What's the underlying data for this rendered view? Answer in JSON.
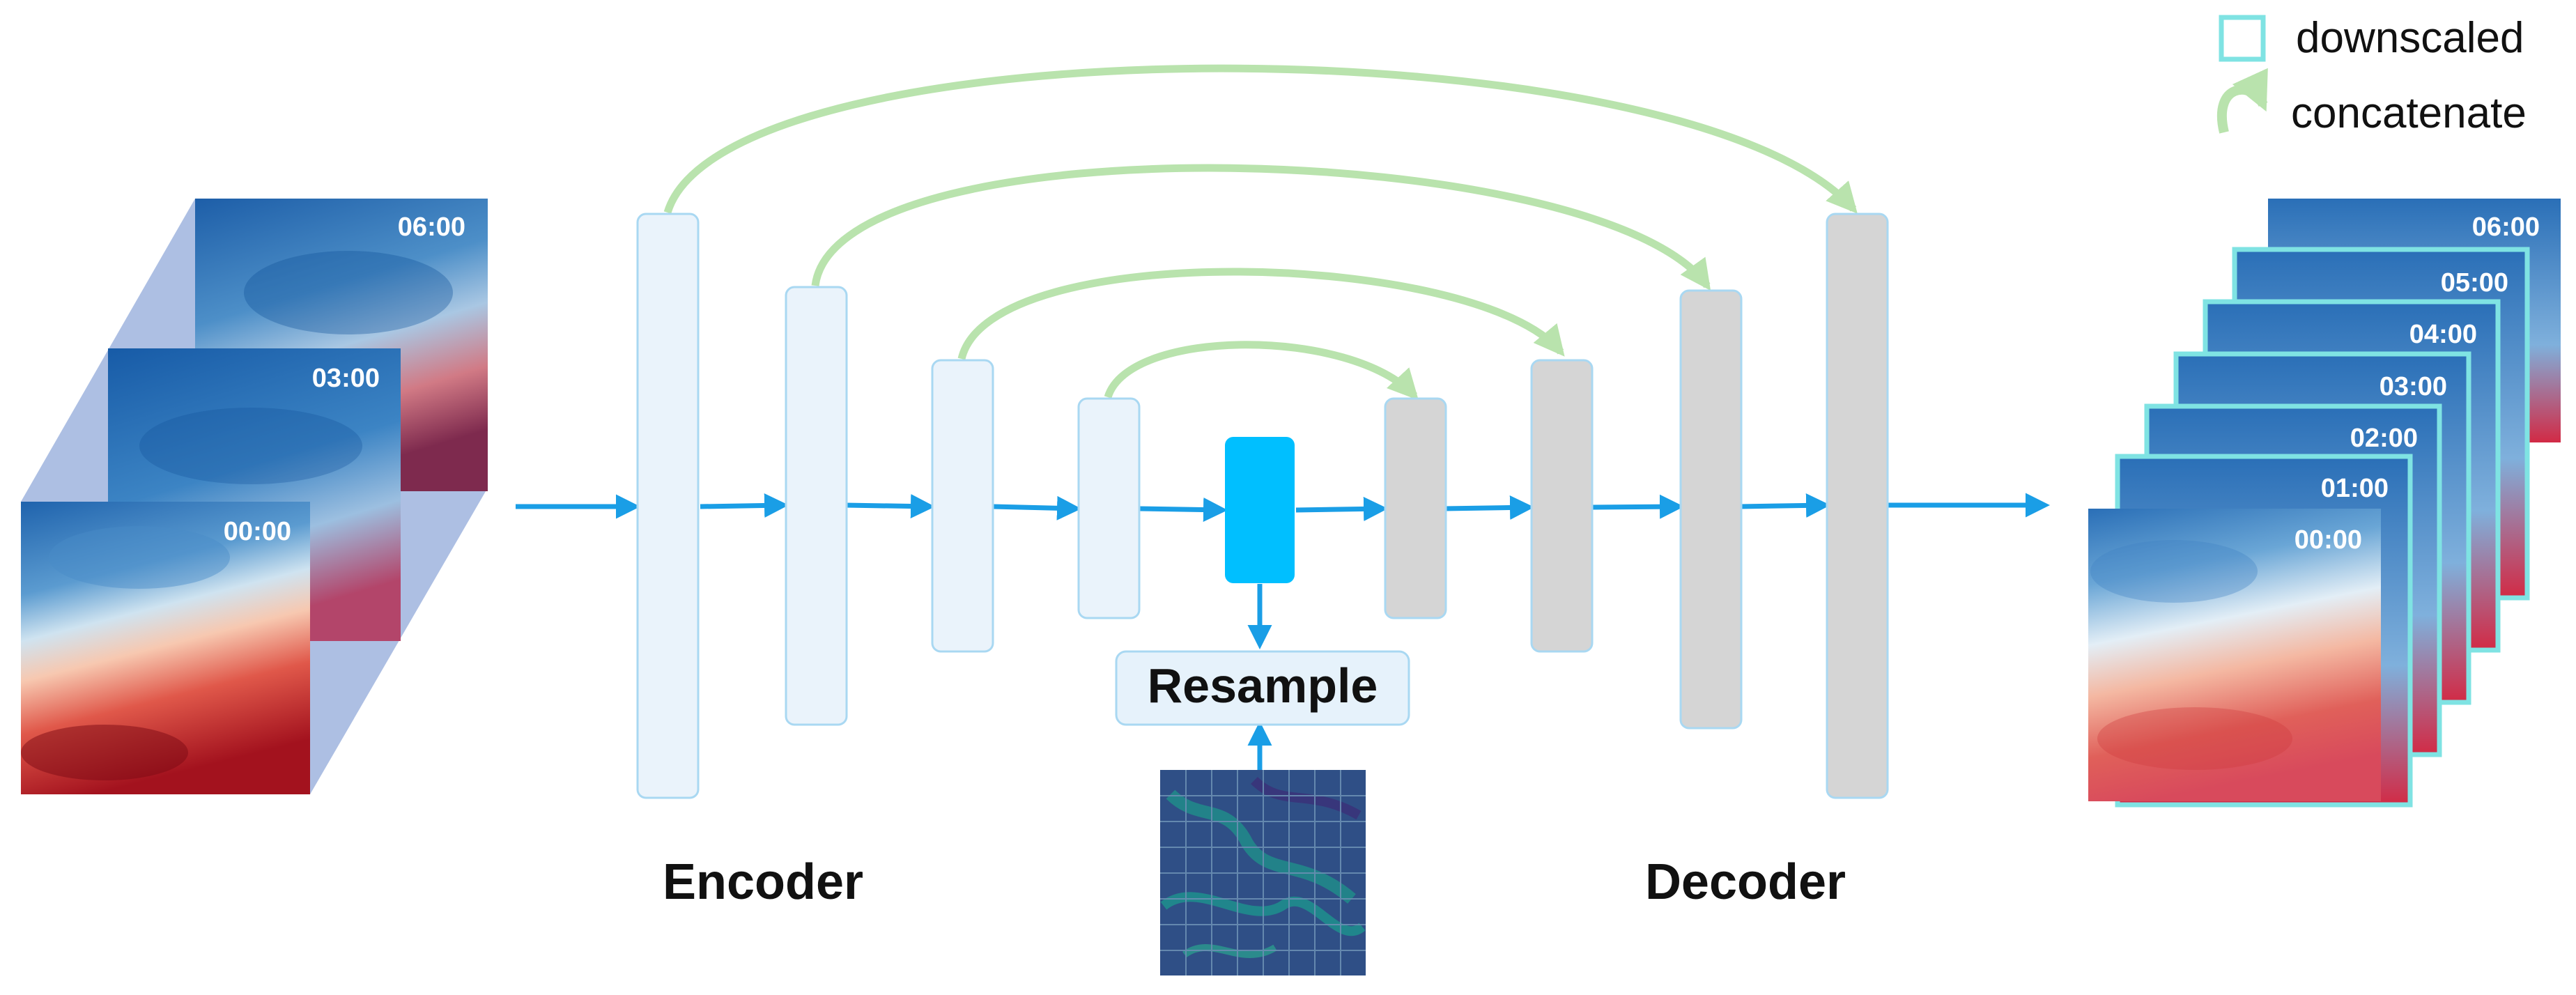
{
  "legend": {
    "downscaled_label": "downscaled",
    "concatenate_label": "concatenate"
  },
  "labels": {
    "encoder": "Encoder",
    "decoder": "Decoder",
    "resample": "Resample"
  },
  "input_frames": [
    {
      "time": "00:00"
    },
    {
      "time": "03:00"
    },
    {
      "time": "06:00"
    }
  ],
  "output_frames": [
    {
      "time": "00:00"
    },
    {
      "time": "01:00"
    },
    {
      "time": "02:00"
    },
    {
      "time": "03:00"
    },
    {
      "time": "04:00"
    },
    {
      "time": "05:00"
    },
    {
      "time": "06:00"
    }
  ],
  "colors": {
    "arrow": "#1a9ee6",
    "skip": "#b9e3ad",
    "encoder_fill": "#eaf3fb",
    "encoder_stroke": "#a9d8f2",
    "decoder_fill": "#d5d5d5",
    "decoder_stroke": "#a9d8f2",
    "bottleneck": "#00bfff",
    "downscaled_border": "#7fe3e3",
    "resample_fill": "#e6f2fb"
  }
}
